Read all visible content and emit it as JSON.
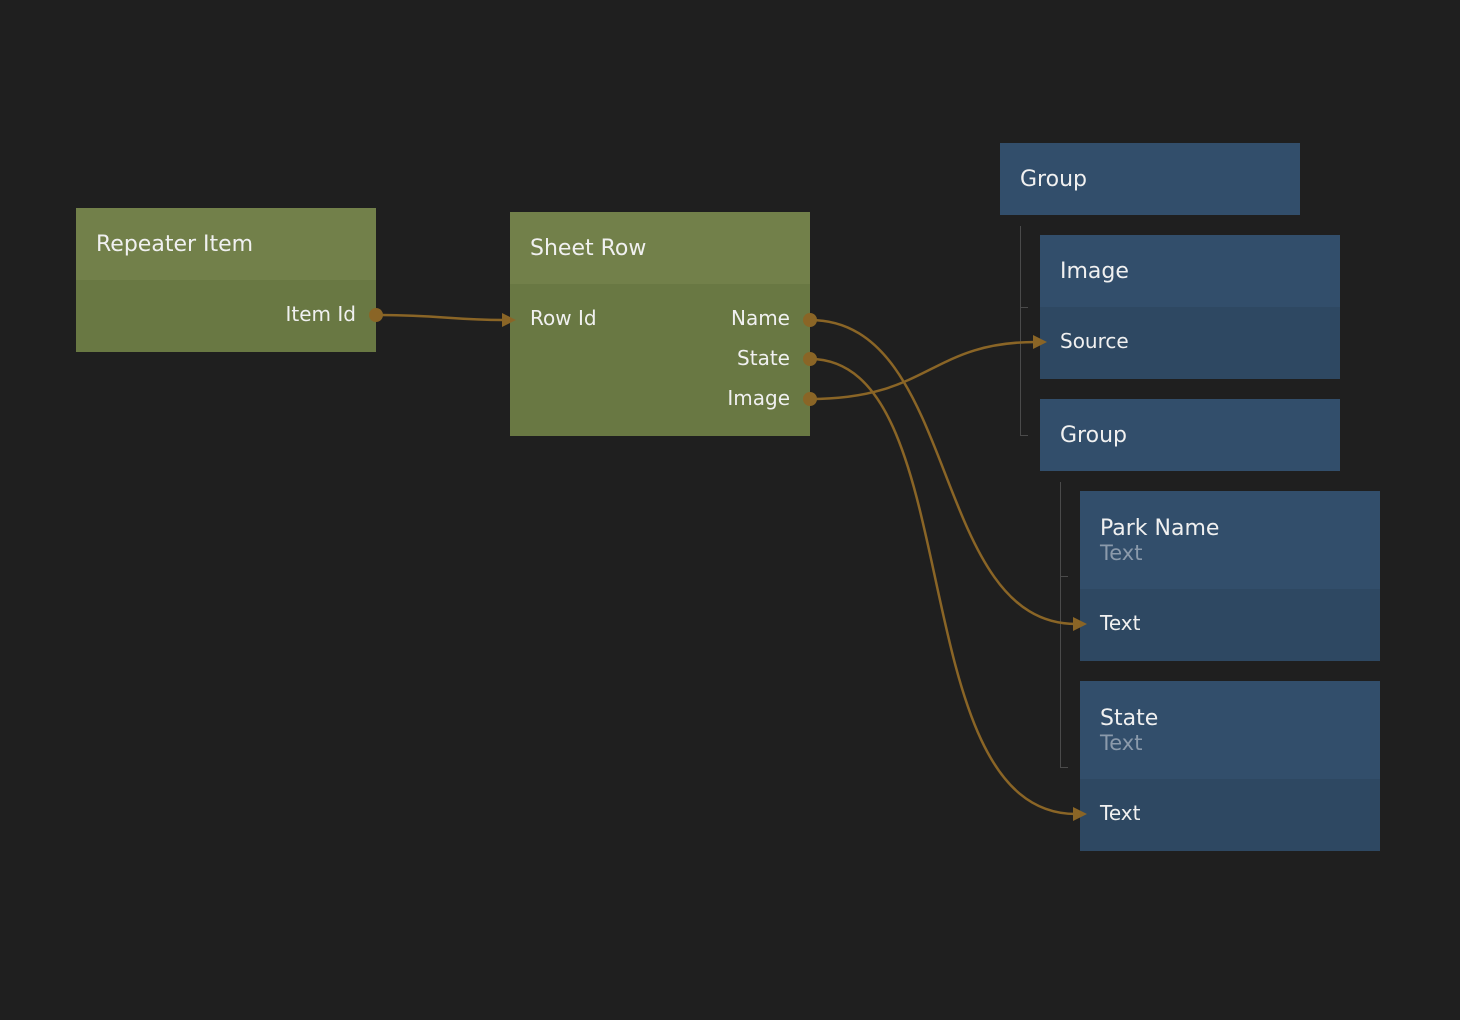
{
  "wire_color": "#8a6526",
  "nodes": {
    "repeater": {
      "title": "Repeater Item",
      "outputs": [
        "Item Id"
      ]
    },
    "sheet_row": {
      "title": "Sheet Row",
      "inputs": [
        "Row Id"
      ],
      "outputs": [
        "Name",
        "State",
        "Image"
      ]
    },
    "group_root": {
      "title": "Group"
    },
    "image": {
      "title": "Image",
      "inputs": [
        "Source"
      ]
    },
    "group_child": {
      "title": "Group"
    },
    "park_name": {
      "title": "Park Name",
      "type": "Text",
      "inputs": [
        "Text"
      ]
    },
    "state": {
      "title": "State",
      "type": "Text",
      "inputs": [
        "Text"
      ]
    }
  }
}
